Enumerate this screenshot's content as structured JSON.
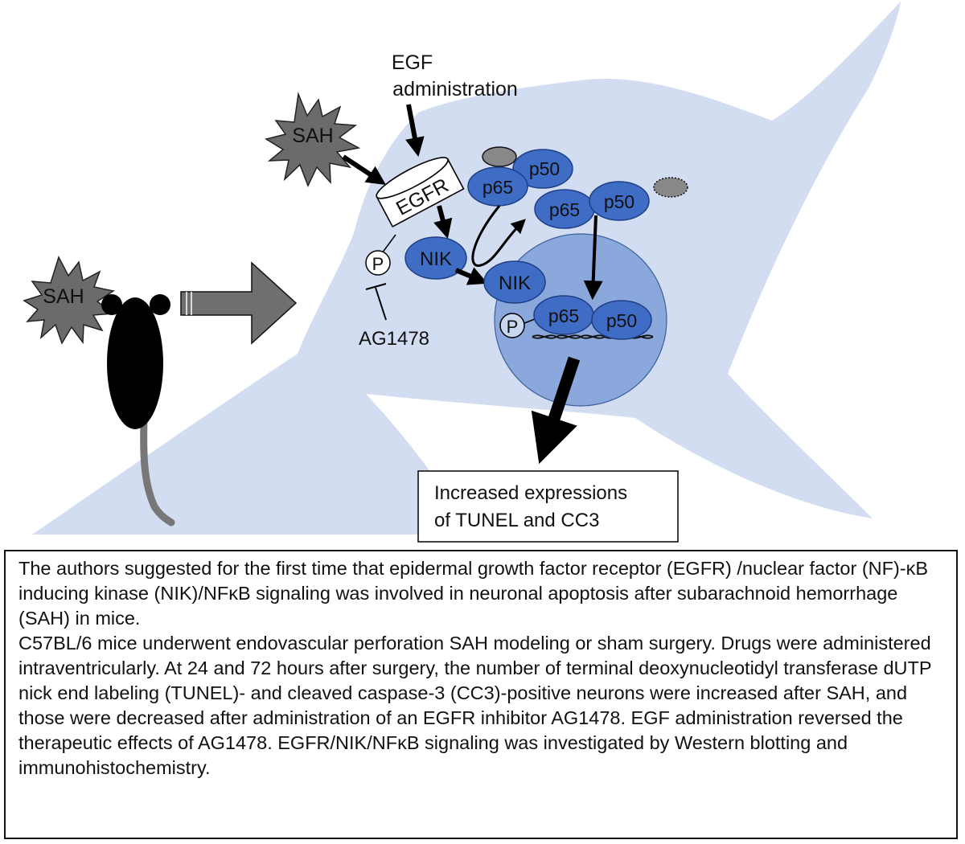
{
  "labels": {
    "sah_top": "SAH",
    "sah_mouse": "SAH",
    "egf_admin_line1": "EGF",
    "egf_admin_line2": "administration",
    "egfr": "EGFR",
    "nik_cyto": "NIK",
    "nik_nucleus": "NIK",
    "p65_a": "p65",
    "p50_a": "p50",
    "p65_b": "p65",
    "p50_b": "p50",
    "p65_nuc": "p65",
    "p50_nuc": "p50",
    "phospho_egfr": "P",
    "phospho_p65": "P",
    "inhibitor": "AG1478",
    "outcome_line1": "Increased expressions",
    "outcome_line2": "of TUNEL and CC3"
  },
  "summary": {
    "paragraph1": "The authors suggested for the first time that epidermal growth factor receptor (EGFR) /nuclear factor (NF)-κB inducing kinase (NIK)/NFκB signaling was involved in neuronal apoptosis after subarachnoid hemorrhage (SAH) in mice.",
    "paragraph2": "C57BL/6 mice underwent endovascular perforation SAH modeling or sham surgery. Drugs were administered intraventricularly. At 24 and 72 hours after surgery, the number of terminal deoxynucleotidyl transferase dUTP nick end labeling (TUNEL)- and cleaved caspase-3 (CC3)-positive neurons were increased after SAH, and those were decreased after administration of an EGFR inhibitor AG1478. EGF administration reversed the therapeutic effects of AG1478. EGFR/NIK/NFκB signaling was investigated by Western blotting and immunohistochemistry."
  },
  "colors": {
    "cell": "#d2ddf2",
    "nucleus": "#8aa8dc",
    "protein": "#3f6cc4",
    "protein_border": "#1e3f85",
    "burst": "#6b6b6b",
    "inhibitor_ikb": "#888888",
    "mouse": "#000000",
    "big_arrow": "#6f6f6f"
  }
}
